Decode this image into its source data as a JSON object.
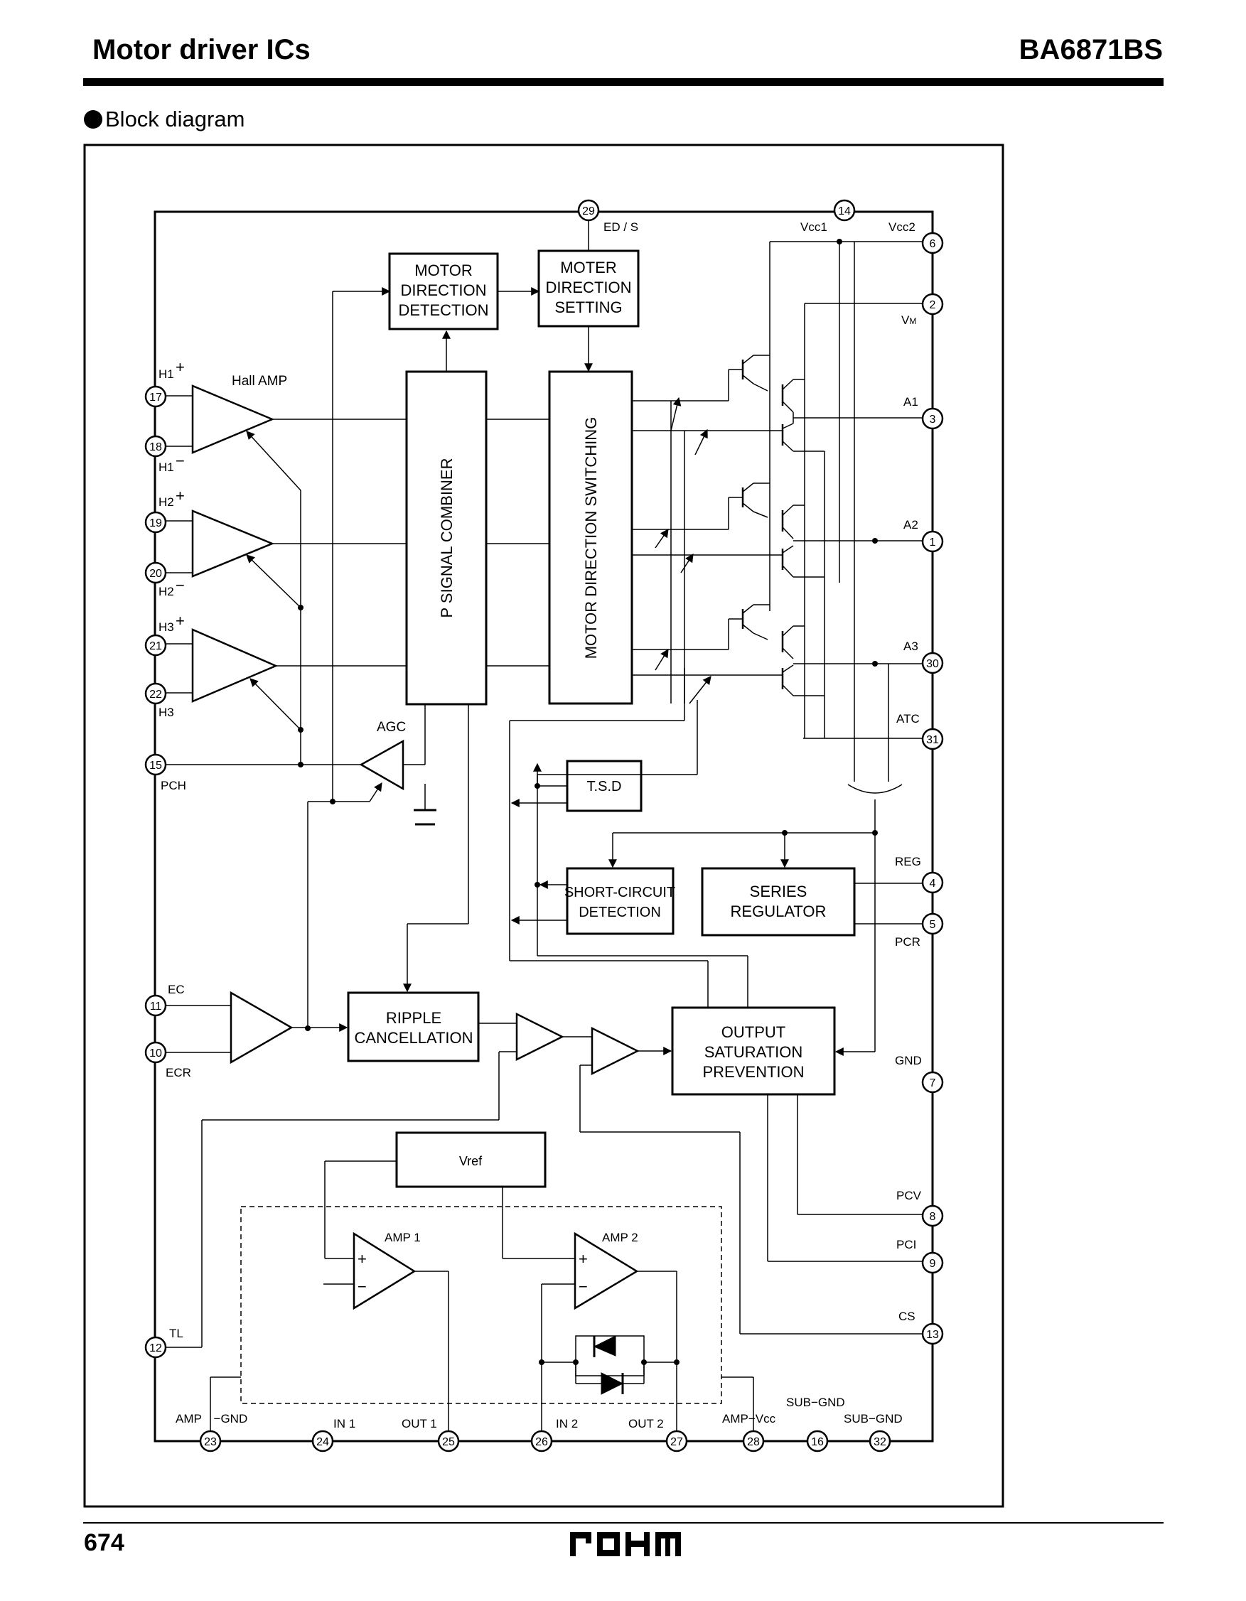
{
  "header": {
    "title": "Motor driver ICs",
    "part_number": "BA6871BS"
  },
  "section_title": "Block diagram",
  "footer": {
    "page_number": "674",
    "logo": "ROHM"
  },
  "blocks": {
    "motor_dir_detect": [
      "MOTOR",
      "DIRECTION",
      "DETECTION"
    ],
    "moter_dir_setting": [
      "MOTER",
      "DIRECTION",
      "SETTING"
    ],
    "p_signal_combiner": "P SIGNAL COMBINER",
    "motor_dir_switching": "MOTOR DIRECTION SWITCHING",
    "tsd": "T.S.D",
    "short_circuit": [
      "SHORT-CIRCUIT",
      "DETECTION"
    ],
    "series_regulator": [
      "SERIES",
      "REGULATOR"
    ],
    "ripple": [
      "RIPPLE",
      "CANCELLATION"
    ],
    "output_sat": [
      "OUTPUT",
      "SATURATION",
      "PREVENTION"
    ],
    "vref": "Vref",
    "amp1": "AMP 1",
    "amp2": "AMP 2",
    "hall_amp": "Hall AMP",
    "agc": "AGC"
  },
  "pins": {
    "p29": "29",
    "p14": "14",
    "p6": "6",
    "p2": "2",
    "p3": "3",
    "p1": "1",
    "p30": "30",
    "p31": "31",
    "p4": "4",
    "p5": "5",
    "p7": "7",
    "p8": "8",
    "p9": "9",
    "p13": "13",
    "p17": "17",
    "p18": "18",
    "p19": "19",
    "p20": "20",
    "p21": "21",
    "p22": "22",
    "p15": "15",
    "p11": "11",
    "p10": "10",
    "p12": "12",
    "p23": "23",
    "p24": "24",
    "p25": "25",
    "p26": "26",
    "p27": "27",
    "p28": "28",
    "p16": "16",
    "p32": "32"
  },
  "pin_labels": {
    "ed_s": "ED / S",
    "vcc1": "Vcc1",
    "vcc2": "Vcc2",
    "vm": "V",
    "vm_sub": "M",
    "a1": "A1",
    "a2": "A2",
    "a3": "A3",
    "atc": "ATC",
    "reg": "REG",
    "pcr": "PCR",
    "gnd": "GND",
    "pcv": "PCV",
    "pci": "PCI",
    "cs": "CS",
    "h1p": "H1",
    "h1m": "H1",
    "h2p": "H2",
    "h2m": "H2",
    "h3p": "H3",
    "h3m": "H3",
    "plus": "+",
    "minus": "−",
    "pch": "PCH",
    "ec": "EC",
    "ecr": "ECR",
    "tl": "TL",
    "amp_gnd": "AMP　−GND",
    "in1": "IN 1",
    "out1": "OUT 1",
    "in2": "IN 2",
    "out2": "OUT 2",
    "amp_vcc": "AMP−Vcc",
    "sub_gnd1": "SUB−GND",
    "sub_gnd2": "SUB−GND"
  }
}
